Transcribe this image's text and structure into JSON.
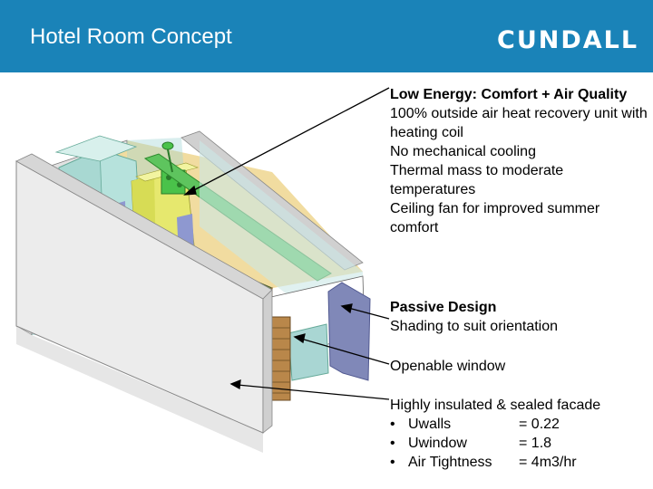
{
  "header": {
    "title": "Hotel Room Concept",
    "logo_text": "CUNDALL",
    "background": "#1a83b8"
  },
  "callouts": {
    "low_energy": {
      "heading": "Low Energy: Comfort + Air Quality",
      "lines": [
        "100% outside air heat recovery unit with heating coil",
        "No mechanical cooling",
        "Thermal mass to moderate temperatures",
        "Ceiling fan for improved summer comfort"
      ]
    },
    "passive": {
      "heading": "Passive Design",
      "lines": [
        "Shading to suit orientation"
      ]
    },
    "window": {
      "text": "Openable window"
    },
    "facade": {
      "heading": "Highly insulated & sealed facade",
      "bullets": [
        {
          "marker": "•",
          "label": "Uwalls",
          "value": "= 0.22"
        },
        {
          "marker": "•",
          "label": "Uwindow",
          "value": "= 1.8"
        },
        {
          "marker": "•",
          "label": "Air Tightness",
          "value": "= 4m3/hr"
        }
      ]
    }
  }
}
